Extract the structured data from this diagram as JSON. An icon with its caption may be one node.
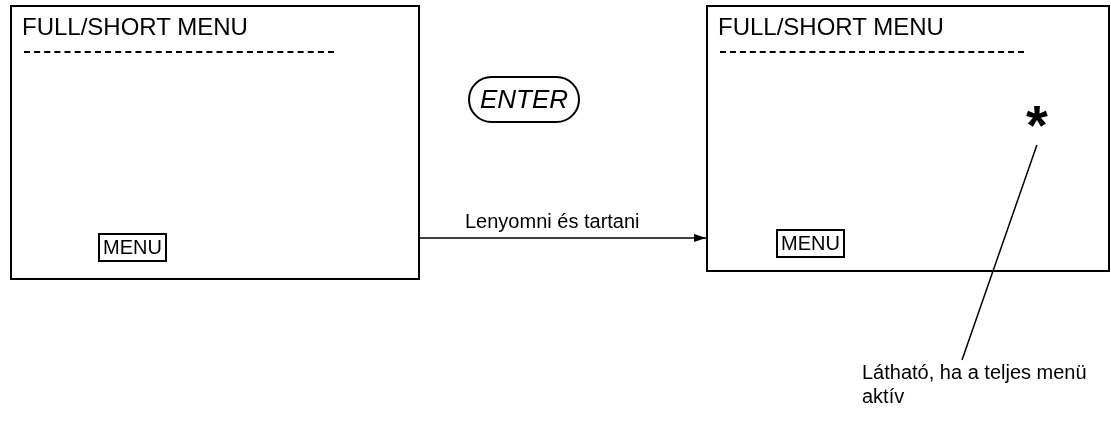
{
  "diagram": {
    "nodes": [
      {
        "text": [
          "FULL/SHORT MENU"
        ]
      },
      {
        "text": [
          "MENU"
        ],
        "in": 0
      },
      {
        "text": [
          "FULL/SHORT MENU"
        ]
      },
      {
        "text": [
          "MENU"
        ],
        "in": 2
      },
      {
        "text": [
          "*"
        ],
        "in": 2
      },
      {
        "text": [
          "ENTER"
        ]
      },
      {
        "text": [
          "Látható, ha a teljes menü aktív"
        ]
      }
    ],
    "edges": [
      {
        "from": 0,
        "to": 2,
        "arrow": "to",
        "label": "Lenyomni és tartani"
      },
      {
        "from": 6,
        "to": 4,
        "arrow": "none"
      }
    ]
  }
}
